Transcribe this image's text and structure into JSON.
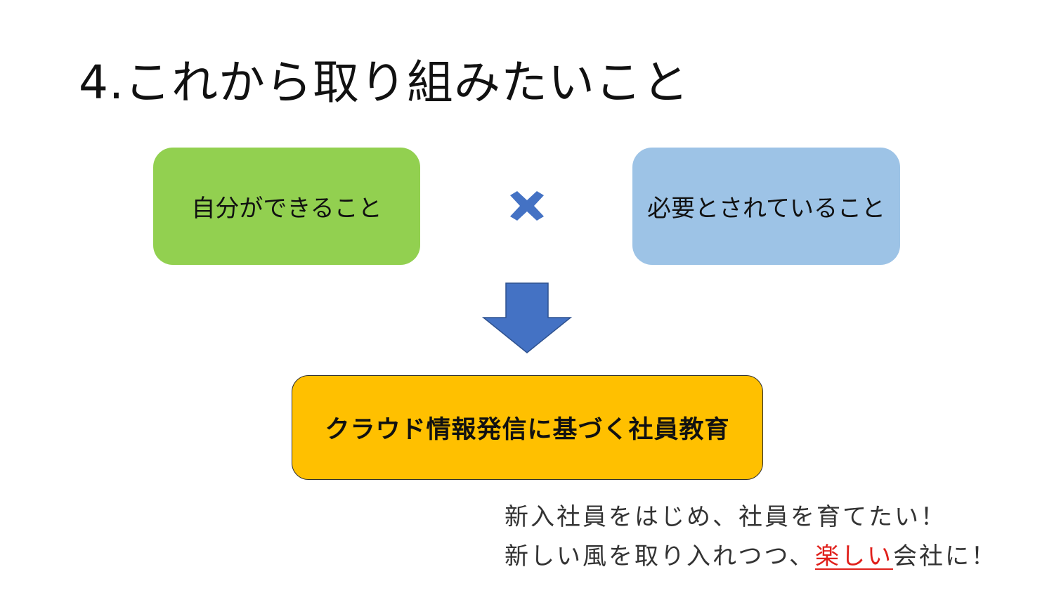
{
  "slide": {
    "title": "4.これから取り組みたいこと"
  },
  "diagram": {
    "left_box": "自分ができること",
    "operator_icon": "times-icon",
    "right_box": "必要とされていること",
    "arrow_icon": "down-arrow-icon",
    "result_box": "クラウド情報発信に基づく社員教育"
  },
  "notes": {
    "line1": "新入社員をはじめ、社員を育てたい！",
    "line2_prefix": "新しい風を取り入れつつ、",
    "line2_highlight": "楽しい",
    "line2_suffix": "会社に！"
  },
  "colors": {
    "green_box": "#92d050",
    "blue_box": "#9dc3e6",
    "orange_box": "#ffc000",
    "times_icon": "#4472c4",
    "arrow": "#4472c4",
    "highlight_text": "#e0201b"
  }
}
